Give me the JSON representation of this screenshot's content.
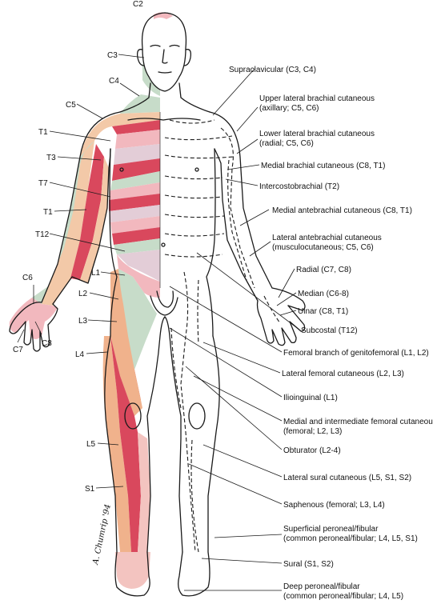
{
  "dermatome_labels": {
    "c2": "C2",
    "c3": "C3",
    "c4": "C4",
    "c5": "C5",
    "t1_upper": "T1",
    "t3": "T3",
    "t7": "T7",
    "t1_arm": "T1",
    "t12": "T12",
    "l1": "L1",
    "l2": "L2",
    "l3": "L3",
    "l4": "L4",
    "l5": "L5",
    "s1": "S1",
    "c6": "C6",
    "c8": "C8",
    "c7": "C7"
  },
  "nerve_labels": [
    [
      "Supraclavicular (C3, C4)"
    ],
    [
      "Upper lateral brachial cutaneous",
      "(axillary; C5, C6)"
    ],
    [
      "Lower lateral brachial cutaneous",
      "(radial; C5, C6)"
    ],
    [
      "Medial brachial cutaneous (C8, T1)"
    ],
    [
      "Intercostobrachial (T2)"
    ],
    [
      "Medial antebrachial cutaneous (C8, T1)"
    ],
    [
      "Lateral antebrachial cutaneous",
      "(musculocutaneous; C5, C6)"
    ],
    [
      "Radial (C7, C8)"
    ],
    [
      "Median (C6-8)"
    ],
    [
      "Ulnar (C8, T1)"
    ],
    [
      "Subcostal (T12)"
    ],
    [
      "Femoral branch of genitofemoral (L1, L2)"
    ],
    [
      "Lateral femoral cutaneous (L2, L3)"
    ],
    [
      "Ilioinguinal (L1)"
    ],
    [
      "Medial and intermediate femoral cutaneous",
      "(femoral; L2, L3)"
    ],
    [
      "Obturator (L2-4)"
    ],
    [
      "Lateral sural cutaneous (L5, S1, S2)"
    ],
    [
      "Saphenous (femoral; L3, L4)"
    ],
    [
      "Superficial peroneal/fibular",
      "(common peroneal/fibular; L4, L5, S1)"
    ],
    [
      "Sural (S1, S2)"
    ],
    [
      "Deep peroneal/fibular",
      "(common peroneal/fibular; L4, L5)"
    ]
  ],
  "signature": "A. Chumrip '94",
  "colors": {
    "c_band": "#c7dcc9",
    "c5_band": "#f3c9a8",
    "t_red": "#d9485d",
    "t_pink": "#f2b8be",
    "t_lilac": "#e3cdd7",
    "l4_band": "#f0b28c",
    "s1_band": "#f3c4c0",
    "outline": "#1a1a1a"
  }
}
